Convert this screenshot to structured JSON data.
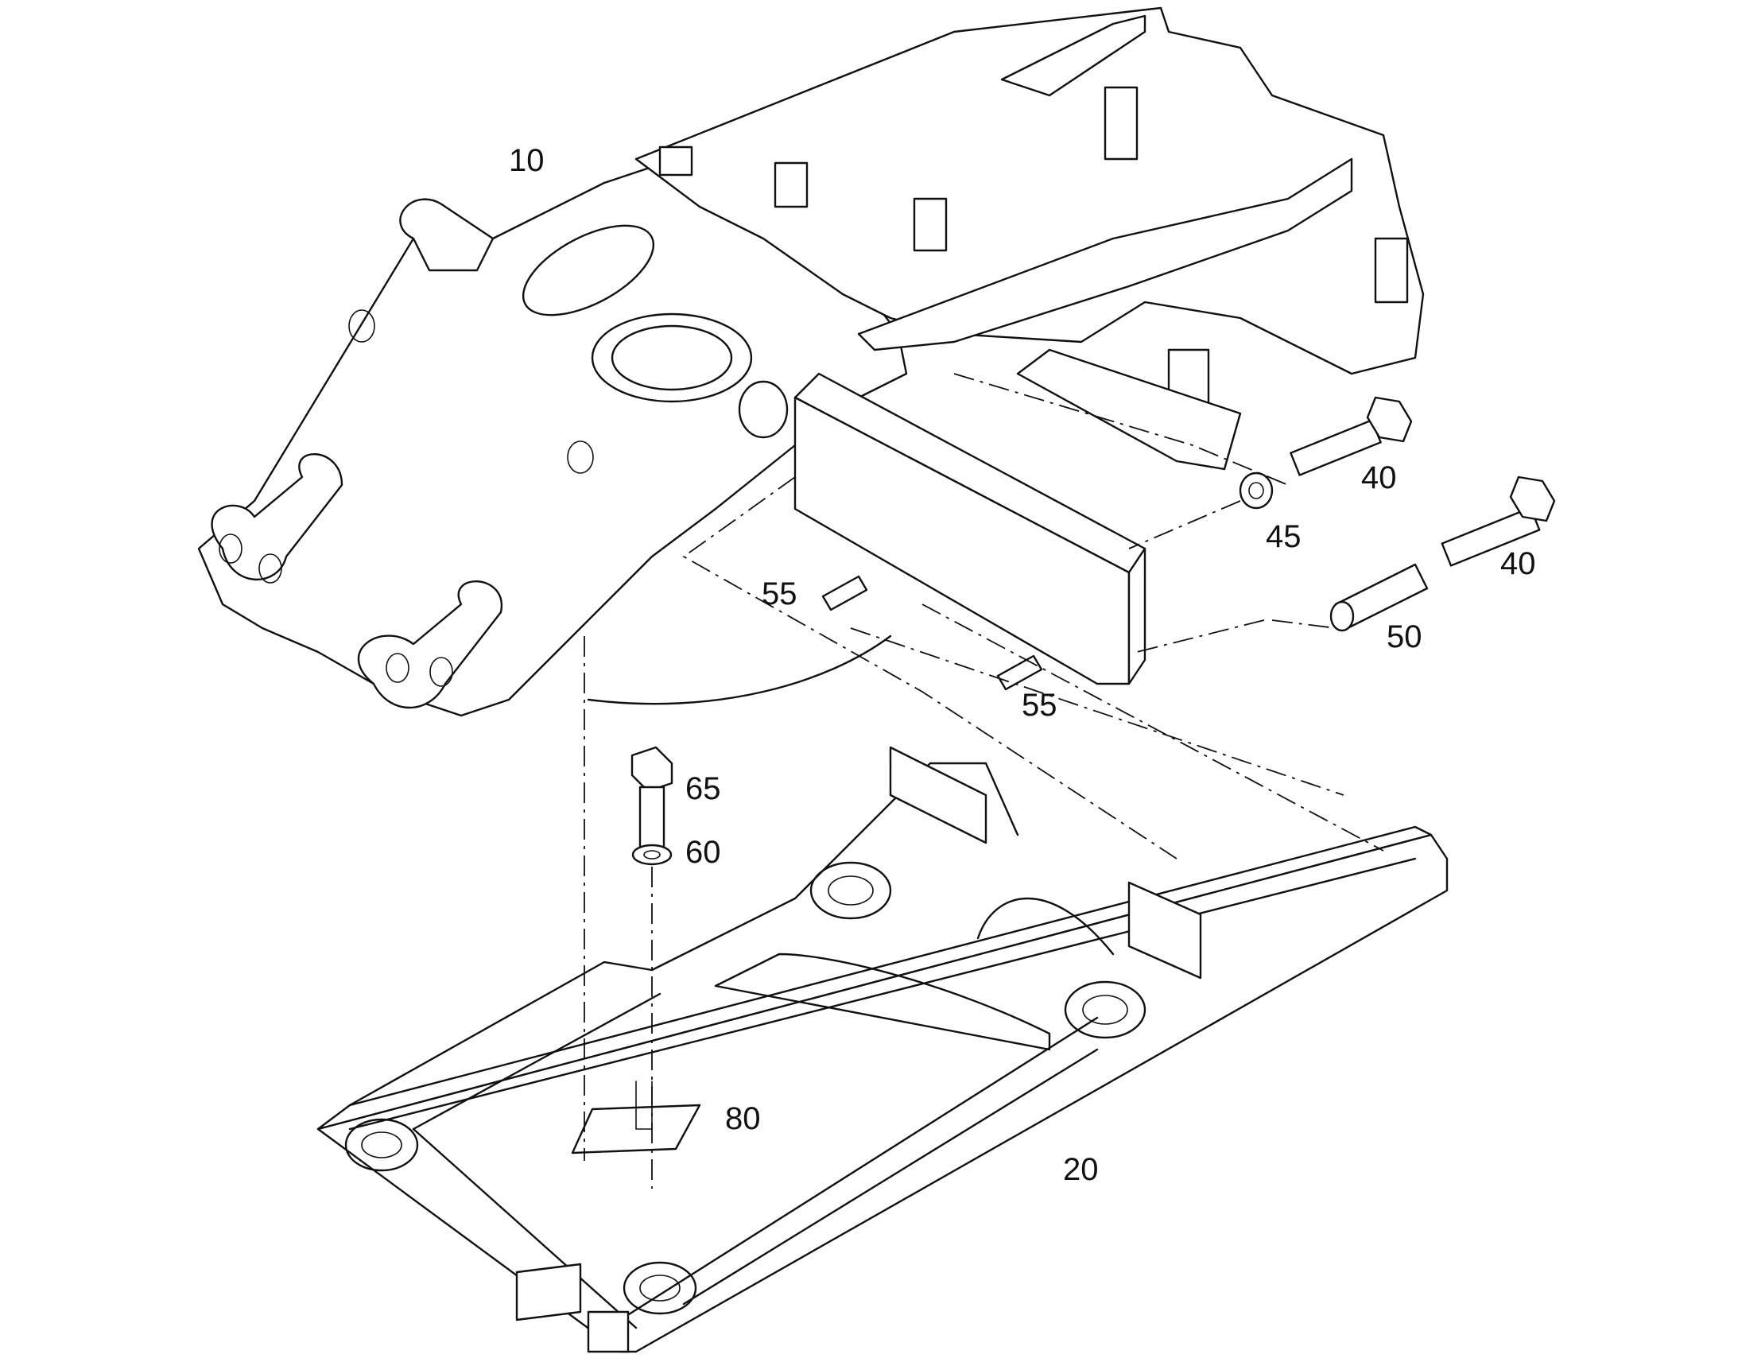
{
  "callouts": {
    "p10": "10",
    "p20": "20",
    "p40a": "40",
    "p40b": "40",
    "p45": "45",
    "p50": "50",
    "p55a": "55",
    "p55b": "55",
    "p60": "60",
    "p65": "65",
    "p80": "80"
  }
}
